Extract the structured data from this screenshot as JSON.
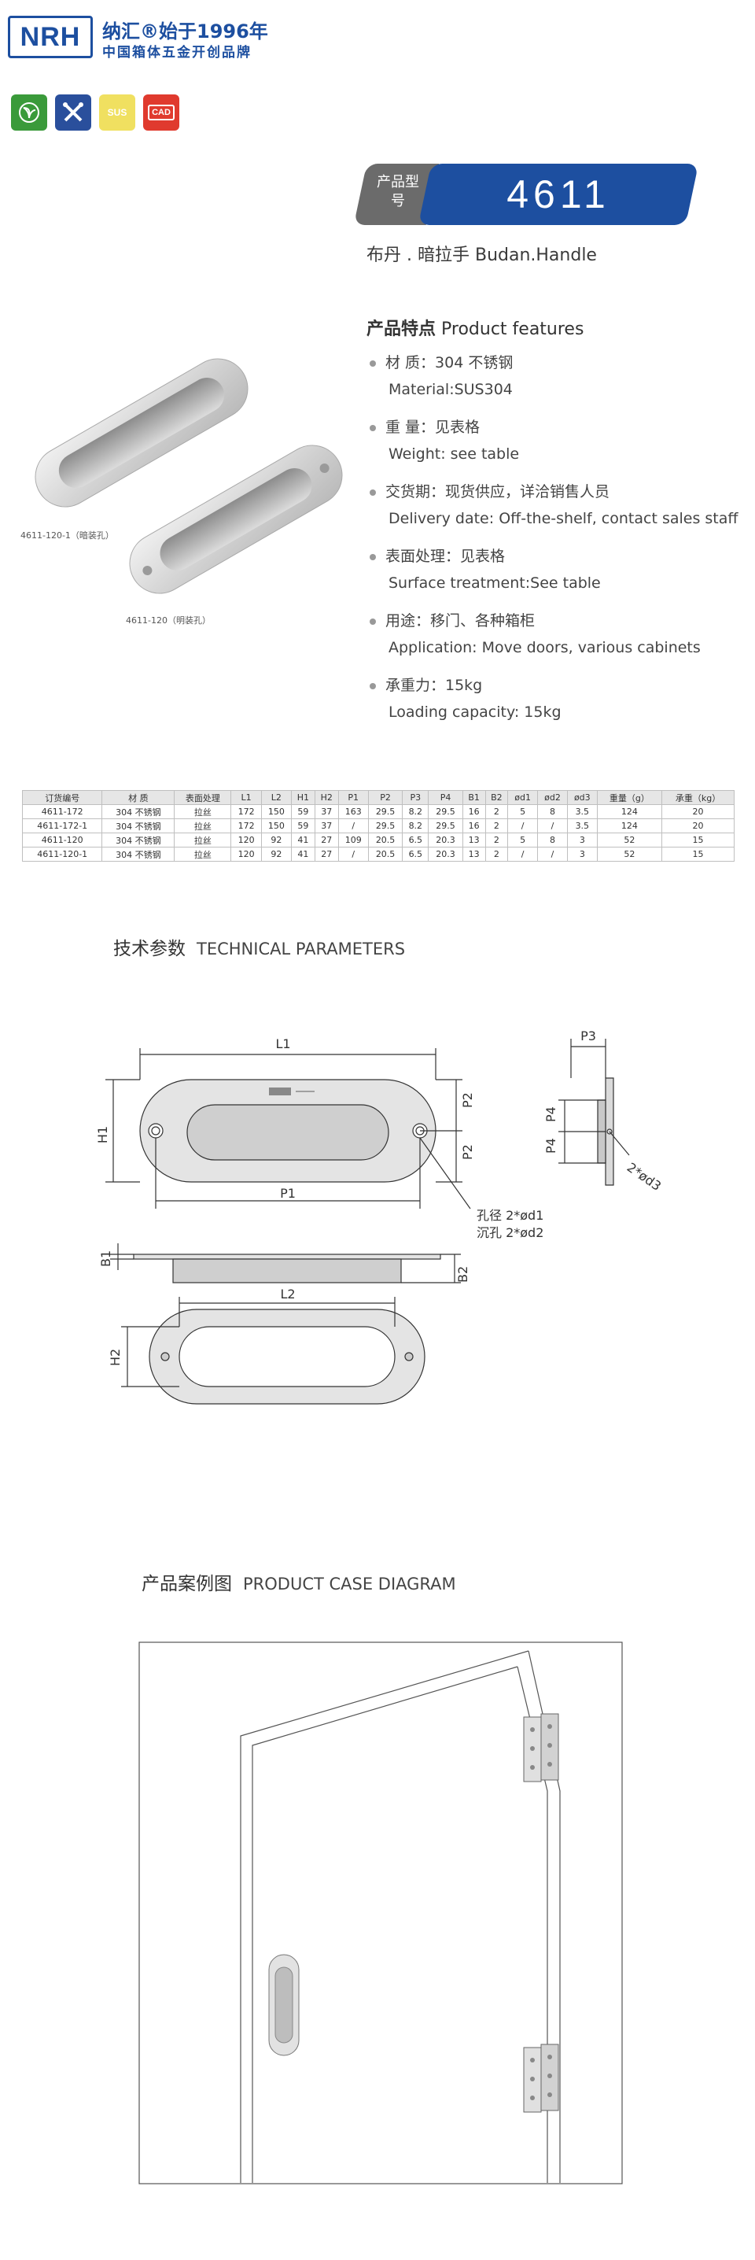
{
  "brand": {
    "logo": "NRH",
    "title": "纳汇®始于1996年",
    "subtitle": "中国箱体五金开创品牌"
  },
  "certs": [
    {
      "icon": "eco-leaf-icon",
      "color": "#3a9a3a"
    },
    {
      "icon": "tools-icon",
      "color": "#2a4f9c"
    },
    {
      "label": "SUS",
      "color": "#f0e060"
    },
    {
      "label": "CAD",
      "color": "#e03a2e"
    }
  ],
  "model": {
    "label": "产品型号",
    "number": "4611"
  },
  "product_name": "布丹 . 暗拉手  Budan.Handle",
  "features": {
    "title_cn": "产品特点",
    "title_en": "Product features",
    "items": [
      {
        "cn": "材  质：304 不锈钢",
        "en": "Material:SUS304"
      },
      {
        "cn": "重  量：见表格",
        "en": "Weight: see table"
      },
      {
        "cn": "交货期：现货供应，详洽销售人员",
        "en": "Delivery date: Off-the-shelf, contact sales staff"
      },
      {
        "cn": "表面处理：见表格",
        "en": "Surface treatment:See table"
      },
      {
        "cn": "用途：移门、各种箱柜",
        "en": "Application: Move doors, various cabinets"
      },
      {
        "cn": "承重力：15kg",
        "en": "Loading capacity: 15kg"
      }
    ]
  },
  "photo_captions": [
    "4611-120-1（暗装孔）",
    "4611-120（明装孔）"
  ],
  "table": {
    "headers": [
      "订货编号",
      "材   质",
      "表面处理",
      "L1",
      "L2",
      "H1",
      "H2",
      "P1",
      "P2",
      "P3",
      "P4",
      "B1",
      "B2",
      "ød1",
      "ød2",
      "ød3",
      "重量（g）",
      "承重（kg）"
    ],
    "rows": [
      [
        "4611-172",
        "304 不锈钢",
        "拉丝",
        "172",
        "150",
        "59",
        "37",
        "163",
        "29.5",
        "8.2",
        "29.5",
        "16",
        "2",
        "5",
        "8",
        "3.5",
        "124",
        "20"
      ],
      [
        "4611-172-1",
        "304 不锈钢",
        "拉丝",
        "172",
        "150",
        "59",
        "37",
        "/",
        "29.5",
        "8.2",
        "29.5",
        "16",
        "2",
        "/",
        "/",
        "3.5",
        "124",
        "20"
      ],
      [
        "4611-120",
        "304 不锈钢",
        "拉丝",
        "120",
        "92",
        "41",
        "27",
        "109",
        "20.5",
        "6.5",
        "20.3",
        "13",
        "2",
        "5",
        "8",
        "3",
        "52",
        "15"
      ],
      [
        "4611-120-1",
        "304 不锈钢",
        "拉丝",
        "120",
        "92",
        "41",
        "27",
        "/",
        "20.5",
        "6.5",
        "20.3",
        "13",
        "2",
        "/",
        "/",
        "3",
        "52",
        "15"
      ]
    ]
  },
  "technical": {
    "title_cn": "技术参数",
    "title_en": "TECHNICAL PARAMETERS",
    "labels": {
      "L1": "L1",
      "L2": "L2",
      "H1": "H1",
      "H2": "H2",
      "P1": "P1",
      "P2": "P2",
      "P3": "P3",
      "P4": "P4",
      "B1": "B1",
      "B2": "B2",
      "hole": "孔径 2*ød1",
      "counter": "沉孔 2*ød2",
      "d3": "2*ød3"
    }
  },
  "case": {
    "title_cn": "产品案例图",
    "title_en": "PRODUCT CASE DIAGRAM"
  }
}
